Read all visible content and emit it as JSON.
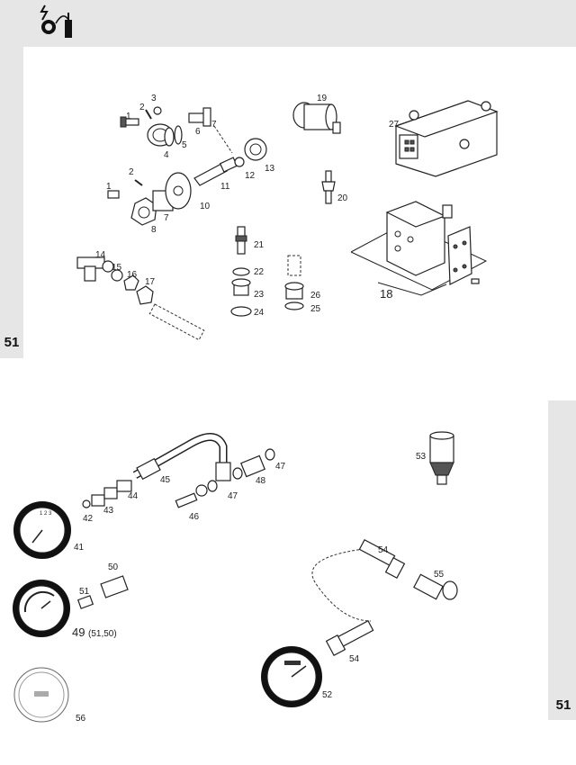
{
  "header": {
    "icon": "hydraulic-pump-icon"
  },
  "page": {
    "section_number": "51"
  },
  "labels": {
    "l1a": "1",
    "l2a": "2",
    "l3": "3",
    "l4": "4",
    "l5": "5",
    "l6": "6",
    "l7a": "7",
    "l7b": "7",
    "l8": "8",
    "l10": "10",
    "l11": "11",
    "l12": "12",
    "l13": "13",
    "l1b": "1",
    "l2b": "2",
    "l14": "14",
    "l15": "15",
    "l16": "16",
    "l17": "17",
    "l18": "18",
    "l19": "19",
    "l20": "20",
    "l21": "21",
    "l22": "22",
    "l23": "23",
    "l24": "24",
    "l25": "25",
    "l26": "26",
    "l27": "27",
    "l41": "41",
    "l42": "42",
    "l43": "43",
    "l44": "44",
    "l45": "45",
    "l46": "46",
    "l47a": "47",
    "l47b": "47",
    "l48": "48",
    "l49": "49",
    "l49sub": "(51,50)",
    "l50": "50",
    "l51": "51",
    "l52": "52",
    "l53": "53",
    "l54a": "54",
    "l54b": "54",
    "l55": "55",
    "l56": "56"
  }
}
